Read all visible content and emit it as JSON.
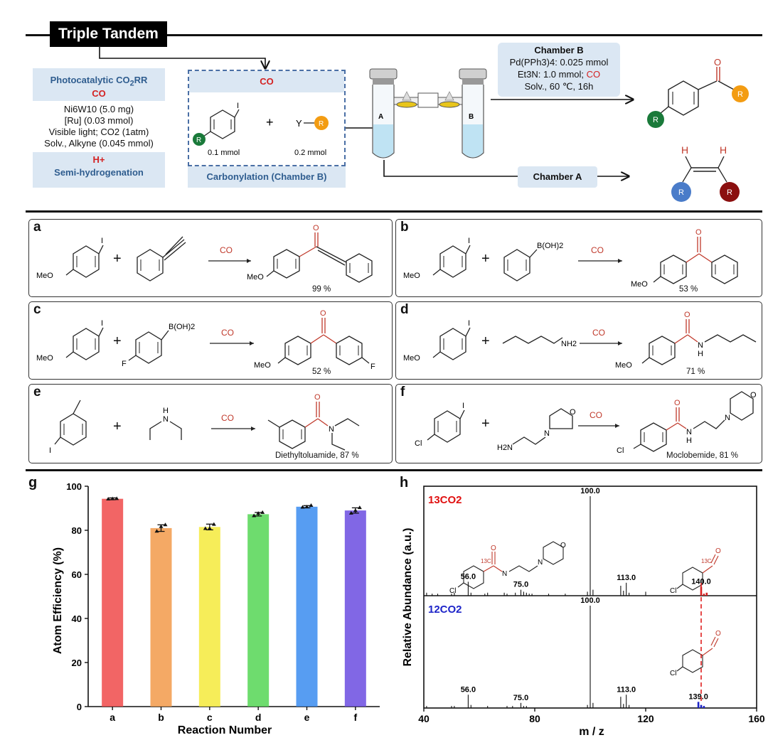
{
  "header": {
    "tag": "Triple Tandem"
  },
  "left_box": {
    "title": "Photocatalytic CO",
    "title_sub": "2",
    "title_tail": "RR",
    "co": "CO",
    "conditions": [
      "Ni6W10 (5.0 mg)",
      "[Ru] (0.03 mmol)",
      "Visible light; CO2 (1atm)",
      "Solv., Alkyne (0.045 mmol)"
    ],
    "h_plus": "H+",
    "bottom": "Semi-hydrogenation"
  },
  "carbonylation": {
    "co": "CO",
    "plus": "+",
    "y_label": "Y",
    "r": "R",
    "amount1": "0.1 mmol",
    "amount2": "0.2 mmol",
    "title": "Carbonylation (Chamber B)"
  },
  "chamber_b": {
    "title": "Chamber B",
    "line1": "Pd(PPh3)4: 0.025 mmol",
    "line2a": "Et3N: 1.0 mmol; ",
    "line2b": "CO",
    "line3": "Solv., 60 ℃, 16h"
  },
  "chamber_a": {
    "title": "Chamber A"
  },
  "tube_labels": {
    "a": "A",
    "b": "B"
  },
  "products": {
    "r": "R",
    "h": "H",
    "o": "O"
  },
  "reactions": [
    {
      "label": "a",
      "co": "CO",
      "yield": "99 %"
    },
    {
      "label": "b",
      "co": "CO",
      "yield": "53 %",
      "reagent": "B(OH)2"
    },
    {
      "label": "c",
      "co": "CO",
      "yield": "52 %",
      "reagent": "B(OH)2"
    },
    {
      "label": "d",
      "co": "CO",
      "yield": "71 %"
    },
    {
      "label": "e",
      "co": "CO",
      "yield": "Diethyltoluamide, 87 %"
    },
    {
      "label": "f",
      "co": "CO",
      "yield": "Moclobemide, 81 %"
    }
  ],
  "chem_text": {
    "meo": "MeO",
    "f": "F",
    "cl": "Cl",
    "i": "I",
    "nh2": "NH2",
    "h2n": "H2N",
    "h": "H",
    "n": "N",
    "o": "O",
    "c13": "13C"
  },
  "colors": {
    "green": "#1a7a3a",
    "orange": "#f39c12",
    "blue": "#4a7cc9",
    "darkred": "#8b0f0f",
    "red": "#c0392b"
  },
  "chart_data": [
    {
      "panel": "g",
      "type": "bar",
      "categories": [
        "a",
        "b",
        "c",
        "d",
        "e",
        "f"
      ],
      "values": [
        94.3,
        81.0,
        81.5,
        87.3,
        90.7,
        89.0
      ],
      "errors": [
        0.4,
        1.5,
        1.3,
        0.8,
        0.5,
        1.2
      ],
      "points": [
        [
          94.2,
          94.3,
          94.4
        ],
        [
          79.6,
          81.7,
          82.5
        ],
        [
          80.8,
          80.9,
          82.7
        ],
        [
          86.6,
          87.7,
          88.1
        ],
        [
          90.5,
          90.6,
          91.3
        ],
        [
          87.8,
          89.0,
          90.3
        ]
      ],
      "colors": [
        "#f04a4a",
        "#f29a4a",
        "#f4ea3c",
        "#55d655",
        "#3a8cf0",
        "#6b4ce0"
      ],
      "xlabel": "Reaction Number",
      "ylabel": "Atom  Efficiency (%)",
      "ylim": [
        0,
        100
      ],
      "yticks": [
        0,
        20,
        40,
        60,
        80,
        100
      ]
    },
    {
      "panel": "h",
      "type": "bar",
      "xlabel": "m / z",
      "ylabel": "Relative Abundance (a.u.)",
      "xlim": [
        40,
        160
      ],
      "xticks": [
        40,
        80,
        120,
        160
      ],
      "series": [
        {
          "name": "13CO2",
          "peaks": [
            [
              41,
              3
            ],
            [
              43,
              2
            ],
            [
              45,
              2
            ],
            [
              50,
              2
            ],
            [
              51,
              3
            ],
            [
              56,
              14
            ],
            [
              57,
              3
            ],
            [
              62,
              2
            ],
            [
              63,
              3
            ],
            [
              69,
              3
            ],
            [
              70,
              2
            ],
            [
              73,
              3
            ],
            [
              75,
              6
            ],
            [
              76,
              4
            ],
            [
              77,
              3
            ],
            [
              78,
              2
            ],
            [
              79,
              2
            ],
            [
              85,
              2
            ],
            [
              91,
              2
            ],
            [
              99,
              4
            ],
            [
              100,
              100
            ],
            [
              101,
              6
            ],
            [
              111,
              10
            ],
            [
              112,
              5
            ],
            [
              113,
              13
            ],
            [
              114,
              3
            ],
            [
              120,
              4
            ],
            [
              140,
              9
            ],
            [
              141,
              2
            ],
            [
              142,
              3
            ]
          ],
          "labels": [
            {
              "x": 56,
              "text": "56.0"
            },
            {
              "x": 75,
              "text": "75.0"
            },
            {
              "x": 100,
              "text": "100.0"
            },
            {
              "x": 113,
              "text": "113.0"
            },
            {
              "x": 140,
              "text": "140.0"
            }
          ]
        },
        {
          "name": "12CO2",
          "peaks": [
            [
              41,
              2
            ],
            [
              50,
              2
            ],
            [
              51,
              2
            ],
            [
              56,
              13
            ],
            [
              57,
              3
            ],
            [
              63,
              2
            ],
            [
              70,
              2
            ],
            [
              72,
              2
            ],
            [
              75,
              5
            ],
            [
              76,
              2
            ],
            [
              77,
              2
            ],
            [
              99,
              3
            ],
            [
              100,
              100
            ],
            [
              101,
              5
            ],
            [
              111,
              11
            ],
            [
              112,
              4
            ],
            [
              113,
              13
            ],
            [
              114,
              3
            ],
            [
              139,
              6
            ],
            [
              140,
              3
            ],
            [
              141,
              2
            ]
          ],
          "labels": [
            {
              "x": 56,
              "text": "56.0"
            },
            {
              "x": 75,
              "text": "75.0"
            },
            {
              "x": 100,
              "text": "100.0"
            },
            {
              "x": 113,
              "text": "113.0"
            },
            {
              "x": 139,
              "text": "139.0"
            }
          ]
        }
      ]
    }
  ],
  "panel_labels": {
    "g": "g",
    "h": "h"
  }
}
